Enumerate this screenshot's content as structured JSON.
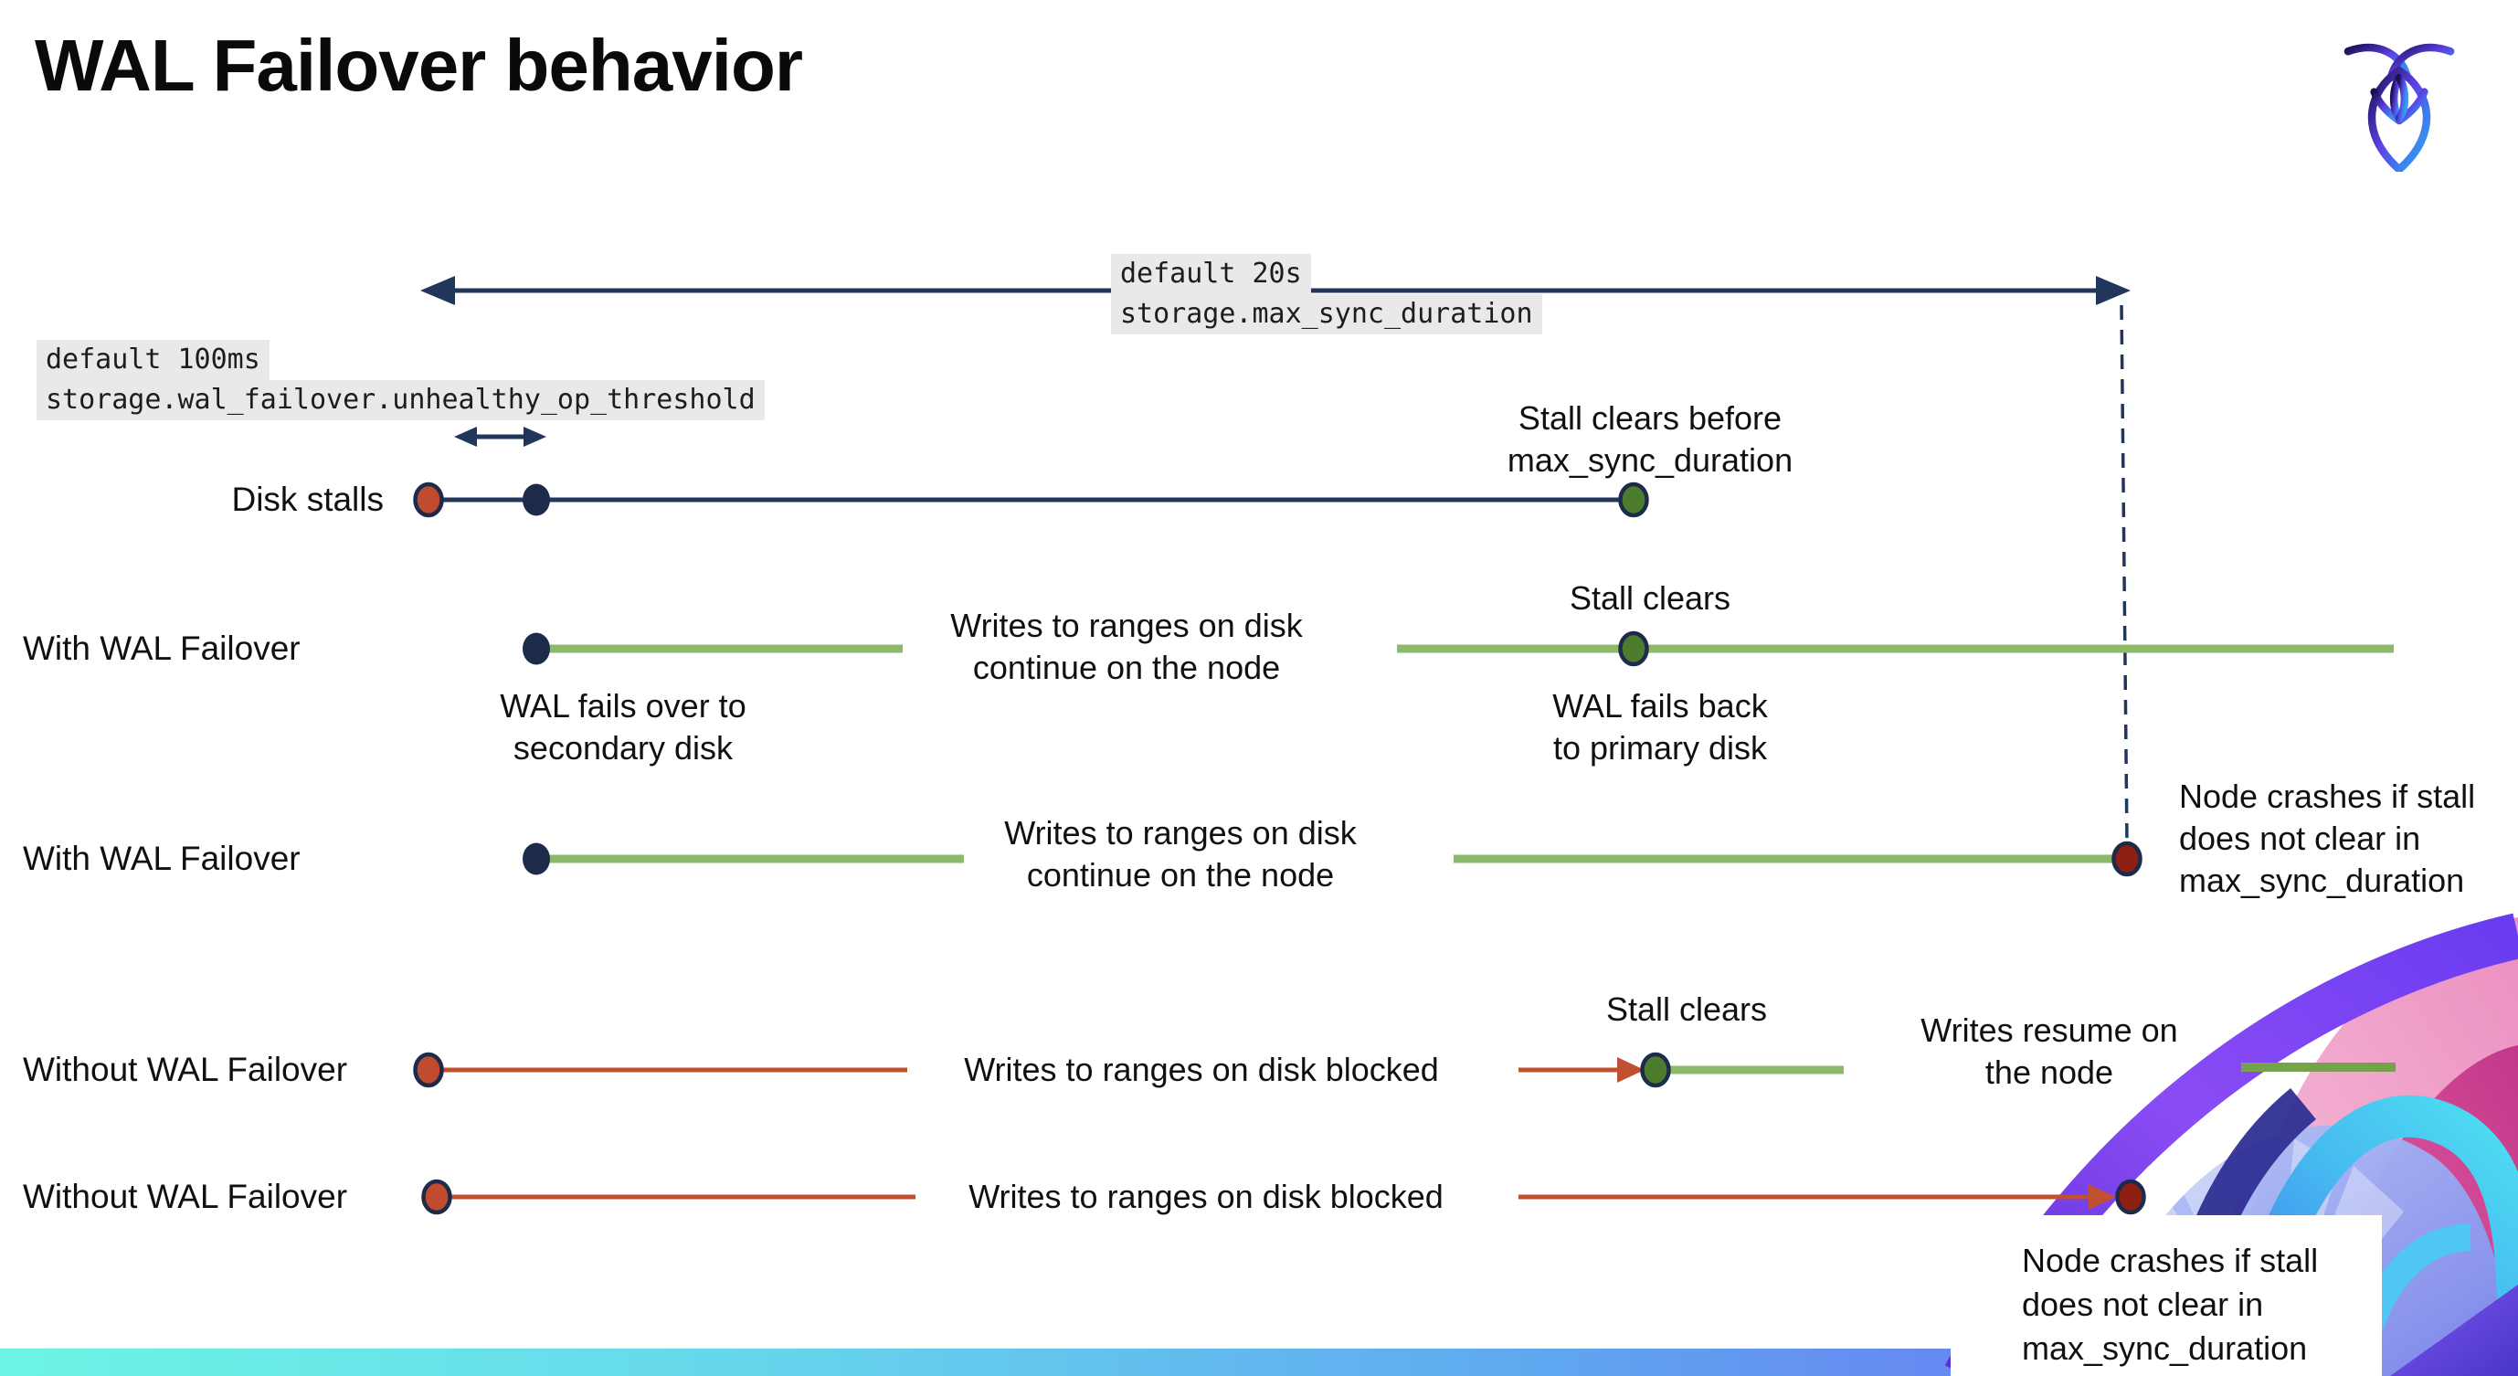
{
  "title": "WAL Failover behavior",
  "logo_name": "cockroachdb-roach-logo",
  "settings": {
    "max_sync_duration": {
      "default_label": "default 20s",
      "setting_name": "storage.max_sync_duration"
    },
    "unhealthy_op_threshold": {
      "default_label": "default 100ms",
      "setting_name": "storage.wal_failover.unhealthy_op_threshold"
    }
  },
  "timelines": {
    "disk_stalls": {
      "label": "Disk stalls",
      "stall_clears_note": "Stall clears before\nmax_sync_duration"
    },
    "with_failover_clears": {
      "label": "With WAL Failover",
      "failover_note": "WAL fails over to\nsecondary disk",
      "writes_note": "Writes to ranges on disk\ncontinue on the node",
      "stall_clears_note": "Stall clears",
      "failback_note": "WAL fails  back\nto primary disk"
    },
    "with_failover_crash": {
      "label": "With WAL Failover",
      "writes_note": "Writes to ranges on disk\ncontinue on the node",
      "crash_note": "Node crashes if stall\ndoes not clear in\nmax_sync_duration"
    },
    "without_failover_clears": {
      "label": "Without WAL Failover",
      "blocked_note": "Writes to ranges on disk  blocked",
      "stall_clears_note": "Stall clears",
      "resume_note": "Writes resume on\nthe node"
    },
    "without_failover_crash": {
      "label": "Without WAL Failover",
      "blocked_note": "Writes to ranges on disk  blocked",
      "crash_note": "Node crashes if stall\ndoes not clear in\nmax_sync_duration"
    }
  },
  "colors": {
    "navy": "#22365c",
    "navy_dot": "#1d2b4a",
    "red_line": "#c14f31",
    "red_dot": "#c04b2e",
    "dark_red_dot": "#8e2013",
    "green_line": "#8cba68",
    "green_dot": "#4e7c2e",
    "code_background": "#e9e9e9",
    "bar_gradient_left": "#6cf5e4",
    "bar_gradient_right": "#7a5cf5",
    "brand_pink": "#d94a96",
    "brand_purple": "#6b3ff0",
    "brand_blue": "#4f9bf0",
    "brand_cyan": "#49d4f2"
  }
}
